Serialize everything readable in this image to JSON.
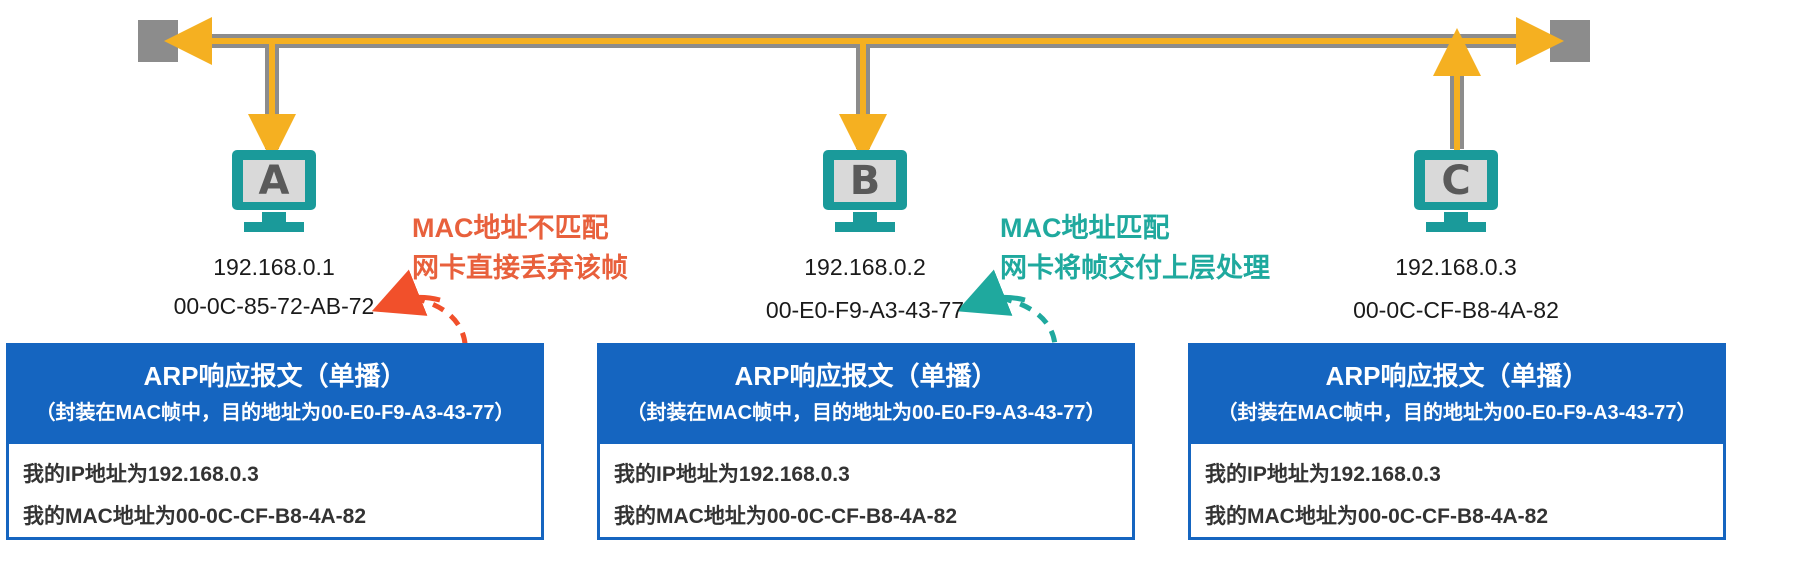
{
  "hosts": [
    {
      "letter": "A",
      "ip": "192.168.0.1",
      "mac": "00-0C-85-72-AB-72"
    },
    {
      "letter": "B",
      "ip": "192.168.0.2",
      "mac": "00-E0-F9-A3-43-77"
    },
    {
      "letter": "C",
      "ip": "192.168.0.3",
      "mac": "00-0C-CF-B8-4A-82"
    }
  ],
  "notes": {
    "mismatch": {
      "line1": "MAC地址不匹配",
      "line2": "网卡直接丢弃该帧",
      "color": "#e8603c"
    },
    "match": {
      "line1": "MAC地址匹配",
      "line2": "网卡将帧交付上层处理",
      "color": "#1fa99e"
    }
  },
  "packet": {
    "title": "ARP响应报文（单播）",
    "subtitle": "（封装在MAC帧中，目的地址为00-E0-F9-A3-43-77）",
    "ip_line": "我的IP地址为192.168.0.3",
    "mac_line": "我的MAC地址为00-0C-CF-B8-4A-82"
  },
  "colors": {
    "bus": "#8c8c8c",
    "signal": "#f5b021",
    "box": "#1565c0",
    "monitor": "#1a9a9a"
  }
}
